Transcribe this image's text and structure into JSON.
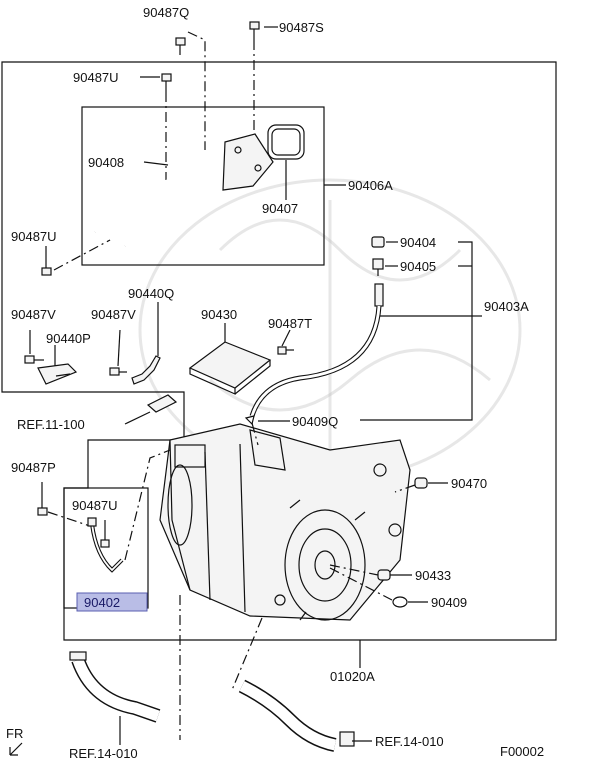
{
  "labels": {
    "p90487Q": "90487Q",
    "p90487S": "90487S",
    "p90487U_top": "90487U",
    "p90408": "90408",
    "p90407": "90407",
    "p90406A": "90406A",
    "p90487U_left": "90487U",
    "p90404": "90404",
    "p90405": "90405",
    "p90403A": "90403A",
    "p90487V_left": "90487V",
    "p90440P": "90440P",
    "p90487V_mid": "90487V",
    "p90440Q": "90440Q",
    "p90430": "90430",
    "p90487T": "90487T",
    "ref11100": "REF.11-100",
    "p90409Q": "90409Q",
    "p90487P": "90487P",
    "p90470": "90470",
    "p90487U_low": "90487U",
    "p90402": "90402",
    "p90433": "90433",
    "p90409": "90409",
    "p01020A": "01020A",
    "ref14010_left": "REF.14-010",
    "ref14010_right": "REF.14-010",
    "fr": "FR",
    "code": "F00002"
  },
  "colors": {
    "highlight_fill": "#b9bde6",
    "highlight_border": "#5a5fb0",
    "line": "#111111"
  }
}
